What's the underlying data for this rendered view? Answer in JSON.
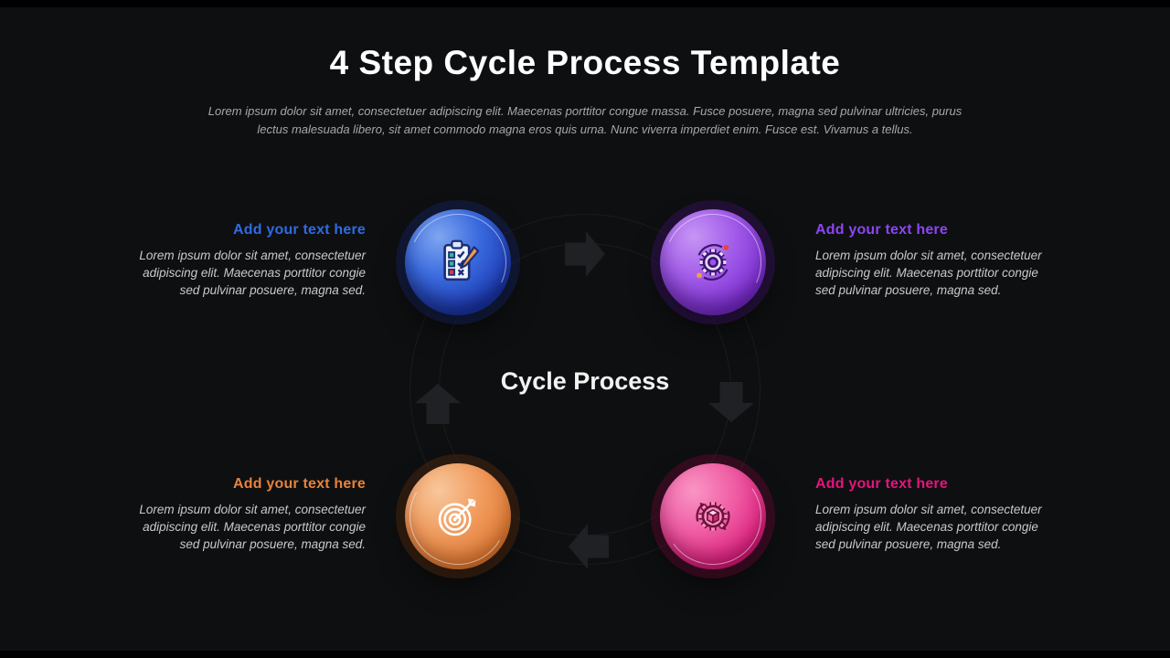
{
  "slide": {
    "title": "4 Step Cycle Process Template",
    "subtitle": "Lorem ipsum dolor sit amet, consectetuer adipiscing elit. Maecenas porttitor congue massa. Fusce posuere, magna sed pulvinar ultricies, purus lectus malesuada libero, sit amet commodo magna eros quis urna. Nunc viverra imperdiet enim. Fusce est. Vivamus a tellus.",
    "center_label": "Cycle Process",
    "background_color": "#0e0f10"
  },
  "steps": [
    {
      "position": "top-left",
      "heading": "Add your text here",
      "body": "Lorem ipsum dolor sit amet, consectetuer adipiscing elit. Maecenas porttitor congie sed pulvinar posuere, magna sed.",
      "accent": "#2e6be4",
      "circle_color": "#2a57cf",
      "icon": "checklist-clipboard-icon"
    },
    {
      "position": "top-right",
      "heading": "Add your text here",
      "body": "Lorem ipsum dolor sit amet, consectetuer adipiscing elit. Maecenas porttitor congie sed pulvinar posuere, magna sed.",
      "accent": "#8c45f5",
      "circle_color": "#9a4ae0",
      "icon": "gear-orbit-icon"
    },
    {
      "position": "bottom-left",
      "heading": "Add your text here",
      "body": "Lorem ipsum dolor sit amet, consectetuer adipiscing elit. Maecenas porttitor congie sed pulvinar posuere, magna sed.",
      "accent": "#e8823c",
      "circle_color": "#e07a33",
      "icon": "target-arrow-icon"
    },
    {
      "position": "bottom-right",
      "heading": "Add your text here",
      "body": "Lorem ipsum dolor sit amet, consectetuer adipiscing elit. Maecenas porttitor congie sed pulvinar posuere, magna sed.",
      "accent": "#e6137f",
      "circle_color": "#dc1c7d",
      "icon": "gear-cube-icon"
    }
  ]
}
